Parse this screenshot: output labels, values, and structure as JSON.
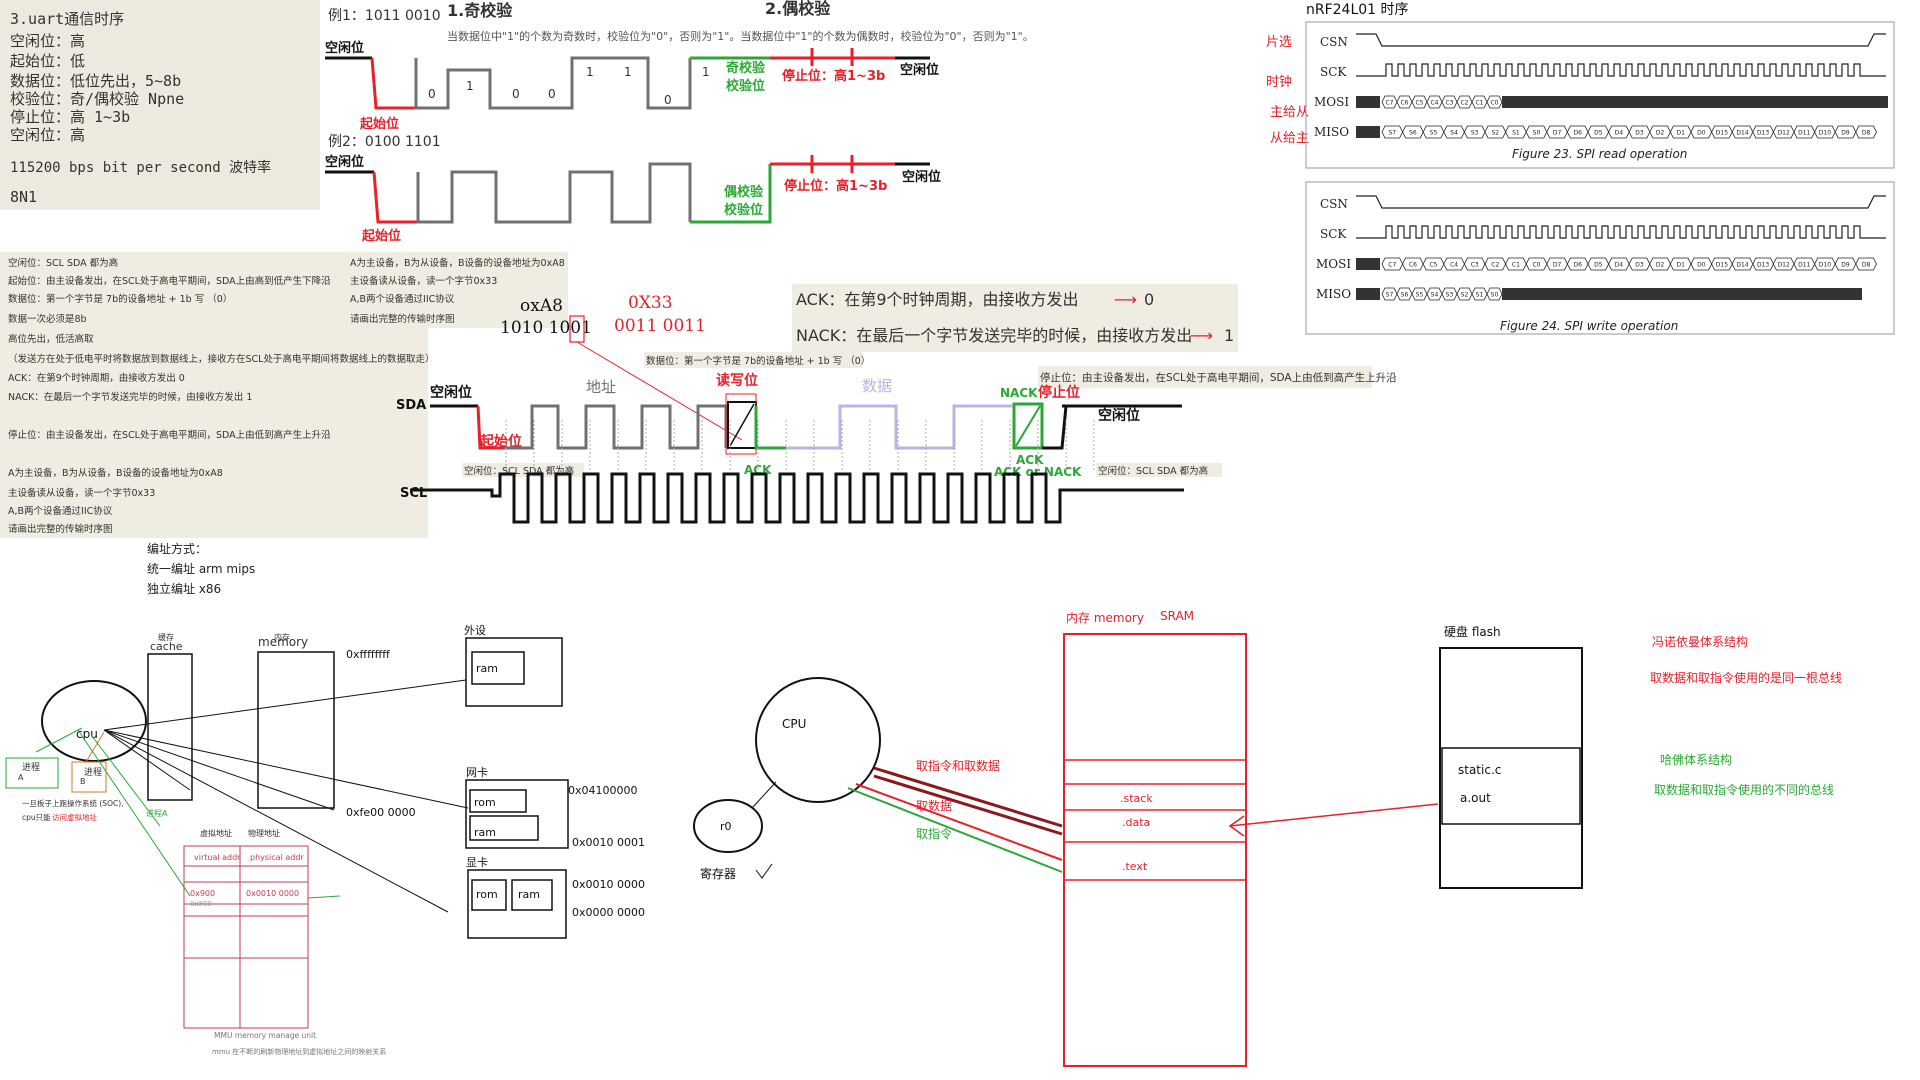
{
  "uart": {
    "lines": [
      "3.uart通信时序",
      "空闲位：高",
      "起始位：低",
      "数据位：低位先出，5~8b",
      "校验位：奇/偶校验    Npne",
      "停止位：高 1~3b",
      "空闲位：高"
    ],
    "baud": "115200  bps  bit  per  second    波特率",
    "frame": "8N1"
  },
  "parity": {
    "ex1": "例1：1011 0010",
    "ex2": "例2：0100 1101",
    "odd_title": "1.奇校验",
    "even_title": "2.偶校验",
    "desc": "当数据位中\"1\"的个数为奇数时，校验位为\"0\"，否则为\"1\"。当数据位中\"1\"的个数为偶数时，校验位为\"0\"，否则为\"1\"。",
    "idle": "空闲位",
    "start": "起始位",
    "bits1": [
      "0",
      "1",
      "0",
      "0",
      "1",
      "1",
      "0",
      "1"
    ],
    "odd_check": [
      "奇校验",
      "校验位"
    ],
    "even_check": [
      "偶校验",
      "校验位"
    ],
    "stop": "停止位：高1~3b",
    "idle2": "空闲位"
  },
  "spi": {
    "title": "nRF24L01 时序",
    "cn": [
      "片选",
      "时钟",
      "主给从",
      "从给主"
    ],
    "signals": [
      "CSN",
      "SCK",
      "MOSI",
      "MISO"
    ],
    "fig23": "Figure 23. SPI read operation",
    "fig24": "Figure 24.  SPI write operation",
    "mosi_read": [
      "C7",
      "C6",
      "C5",
      "C4",
      "C3",
      "C2",
      "C1",
      "C0"
    ],
    "miso_read": [
      "S7",
      "S6",
      "S5",
      "S4",
      "S3",
      "S2",
      "S1",
      "S0",
      "D7",
      "D6",
      "D5",
      "D4",
      "D3",
      "D2",
      "D1",
      "D0",
      "D15",
      "D14",
      "D13",
      "D12",
      "D11",
      "D10",
      "D9",
      "D8"
    ],
    "mosi_write": [
      "C7",
      "C6",
      "C5",
      "C4",
      "C3",
      "C2",
      "C1",
      "C0",
      "D7",
      "D6",
      "D5",
      "D4",
      "D3",
      "D2",
      "D1",
      "D0",
      "D15",
      "D14",
      "D13",
      "D12",
      "D11",
      "D10",
      "D9",
      "D8"
    ],
    "miso_write": [
      "S7",
      "S6",
      "S5",
      "S4",
      "S3",
      "S2",
      "S1",
      "S0"
    ]
  },
  "i2c_notes": {
    "left": [
      "空闲位：SCL  SDA  都为高",
      "起始位：由主设备发出，在SCL处于高电平期间，SDA上由高到低产生下降沿",
      "数据位：第一个字节是 7b的设备地址 + 1b 写  （0）",
      "        数据一次必须是8b",
      "        高位先出，低活高取",
      "（发送方在处于低电平时将数据放到数据线上，接收方在SCL处于高电平期间将数据线上的数据取走）",
      "ACK：在第9个时钟周期，由接收方发出       0",
      "NACK：在最后一个字节发送完毕的时候，由接收方发出        1",
      "",
      "停止位：由主设备发出，在SCL处于高电平期间，SDA上由低到高产生上升沿",
      "",
      "A为主设备，B为从设备，B设备的设备地址为0xA8",
      "主设备读从设备，读一个字节0x33",
      "A,B两个设备通过IIC协议",
      "请画出完整的传输时序图"
    ],
    "right": [
      "A为主设备，B为从设备，B设备的设备地址为0xA8",
      "主设备读从设备，读一个字节0x33",
      "A,B两个设备通过IIC协议",
      "请画出完整的传输时序图"
    ]
  },
  "i2c": {
    "addr_hex": "oxA8",
    "addr_bin": "1010 1001",
    "data_hex": "0X33",
    "data_bin": "0011 0011",
    "ack_note": "ACK：在第9个时钟周期，由接收方发出",
    "ack_val": "0",
    "nack_note": "NACK：在最后一个字节发送完毕的时候，由接收方发出",
    "nack_val": "1",
    "first_byte_note": "数据位：第一个字节是 7b的设备地址 + 1b 写  （0）",
    "stop_note": "停止位：由主设备发出，在SCL处于高电平期间，SDA上由低到高产生上升沿",
    "sda": "SDA",
    "scl": "SCL",
    "idle": "空闲位",
    "start": "起始位",
    "addr": "地址",
    "rw": "读写位",
    "data": "数据",
    "ack": "ACK",
    "nack": "NACK",
    "stop": "停止位",
    "idle_end": "空闲位",
    "ack_or_nack": [
      "ACK",
      "ACK  or  NACK"
    ],
    "idle_note": "空闲位：SCL  SDA  都为高"
  },
  "addressing": {
    "title": "编址方式：",
    "unified": "统一编址  arm mips",
    "separate": "独立编址  x86"
  },
  "mmu": {
    "cache": [
      "缓存",
      "cache"
    ],
    "memory": [
      "内存",
      "memory"
    ],
    "addr_top": "0xffffffff",
    "addr_low": "0xfe00 0000",
    "cpu": "cpu",
    "procA": [
      "进程",
      "A"
    ],
    "procB": [
      "进程",
      "B"
    ],
    "procA2": "进程A",
    "os_note": "一旦板子上跑操作系统 (SOC),",
    "cpu_note": "cpu只能",
    "cpu_note2": "访问虚拟地址",
    "vcol": [
      "虚拟地址",
      "物理地址"
    ],
    "vhead": [
      "virtual addr",
      "physical addr"
    ],
    "vrow": [
      "0x900",
      "0x0010 0000"
    ],
    "vrow2": "0x800",
    "peri": "外设",
    "ram": "ram",
    "rom": "rom",
    "netcard": "网卡",
    "net_addr1": "0x04100000",
    "net_addr2": "0x0010 0001",
    "gpu": "显卡",
    "gpu_addr1": "0x0010 0000",
    "gpu_addr2": "0x0000 0000",
    "mmu_caption": "MMU memory manage unit",
    "mmu_sub": "mmu 在不断的刷新物理地址到虚拟地址之间的映射关系"
  },
  "arch": {
    "cpu": "CPU",
    "reg": "r0",
    "reg_label": "寄存器",
    "bus1": "取指令和取数据",
    "bus2": "取数据",
    "bus3": "取指令",
    "mem_title": "内存 memory",
    "sram": "SRAM",
    "stack": ".stack",
    "dataseg": ".data",
    "text": ".text",
    "flash": "硬盘 flash",
    "staticc": "static.c",
    "aout": "a.out",
    "von": "冯诺依曼体系结构",
    "von_desc": "取数据和取指令使用的是同一根总线",
    "harv": "哈佛体系结构",
    "harv_desc": "取数据和取指令使用的不同的总线"
  },
  "colors": {
    "red": "#e8202a",
    "green": "#2aa836",
    "gray": "#707070",
    "lav": "#b7b4e6",
    "dark": "#8b1a1a",
    "beige": "#efece2"
  }
}
